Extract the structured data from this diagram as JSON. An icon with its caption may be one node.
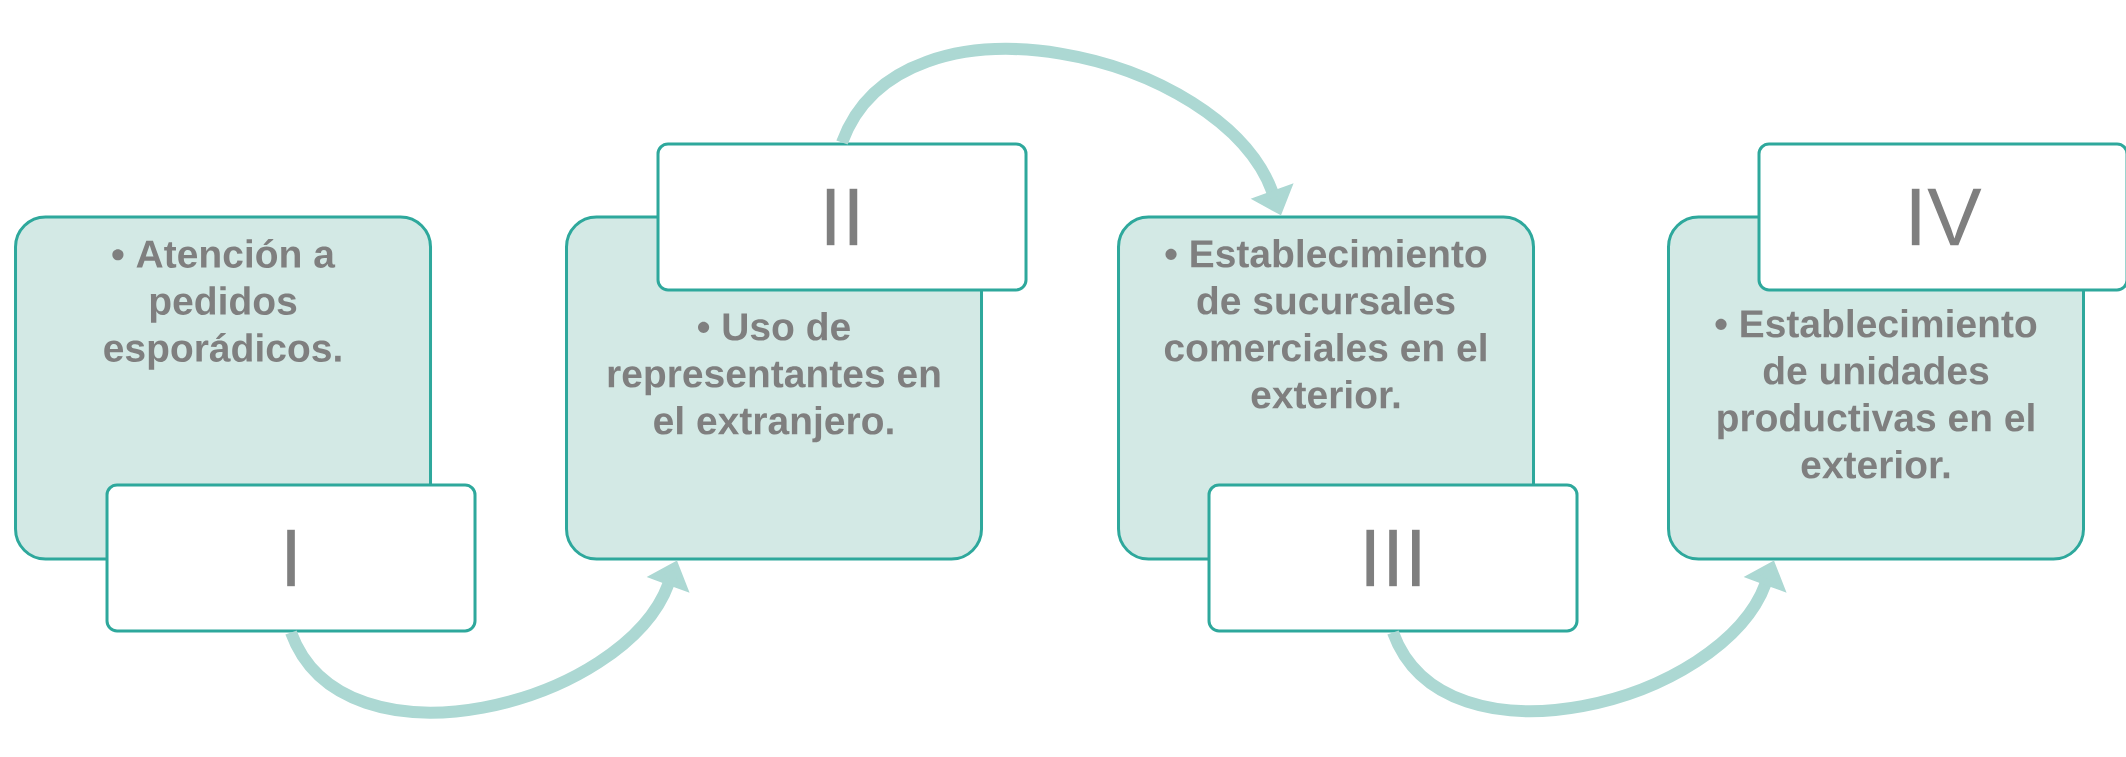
{
  "diagram": {
    "nodes": [
      {
        "text": [
          "• Atención a pedidos esporádicos."
        ]
      },
      {
        "text": [
          "I"
        ]
      },
      {
        "text": [
          "II"
        ]
      },
      {
        "text": [
          "• Uso de representantes en el extranjero."
        ]
      },
      {
        "text": [
          "• Establecimiento de sucursales comerciales en el exterior."
        ]
      },
      {
        "text": [
          "III"
        ]
      },
      {
        "text": [
          "IV"
        ]
      },
      {
        "text": [
          "• Establecimiento de unidades productivas en el exterior."
        ]
      }
    ],
    "edges": [
      {
        "from": 1,
        "to": 3,
        "arrow": "to"
      },
      {
        "from": 2,
        "to": 4,
        "arrow": "to"
      },
      {
        "from": 5,
        "to": 7,
        "arrow": "to"
      }
    ]
  }
}
